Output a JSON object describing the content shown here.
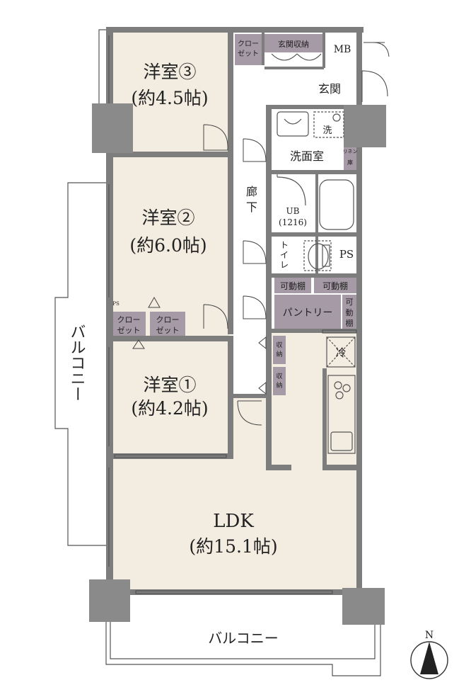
{
  "rooms": {
    "bedroom3": {
      "name": "洋室③",
      "size": "(約4.5帖)"
    },
    "bedroom2": {
      "name": "洋室②",
      "size": "(約6.0帖)"
    },
    "bedroom1": {
      "name": "洋室①",
      "size": "(約4.2帖)"
    },
    "ldk": {
      "name": "LDK",
      "size": "(約15.1帖)"
    }
  },
  "labels": {
    "closet_top_1": "クロー",
    "closet_top_2": "ゼット",
    "entrance_storage": "玄関収納",
    "mb": "MB",
    "entrance": "玄関",
    "corridor_1": "廊",
    "corridor_2": "下",
    "wash_mark": "洗",
    "washroom": "洗面室",
    "linen_1": "リネン",
    "linen_2": "庫",
    "ub_1": "UB",
    "ub_2": "(1216)",
    "toilet_1": "ト",
    "toilet_2": "イ",
    "toilet_3": "レ",
    "ps_right": "PS",
    "shelf_1": "可動棚",
    "shelf_2": "可動棚",
    "pantry": "パントリー",
    "shelf_v1": "可",
    "shelf_v2": "動",
    "shelf_v3": "棚",
    "storage_a1": "収",
    "storage_a2": "納",
    "storage_b1": "収",
    "storage_b2": "納",
    "fridge": "冷",
    "ps_small": "PS",
    "closet_l_1": "クロー",
    "closet_l_2": "ゼット",
    "closet_r_1": "クロー",
    "closet_r_2": "ゼット",
    "balcony_left": "バルコニー",
    "balcony_bottom": "バルコニー",
    "north": "N"
  }
}
